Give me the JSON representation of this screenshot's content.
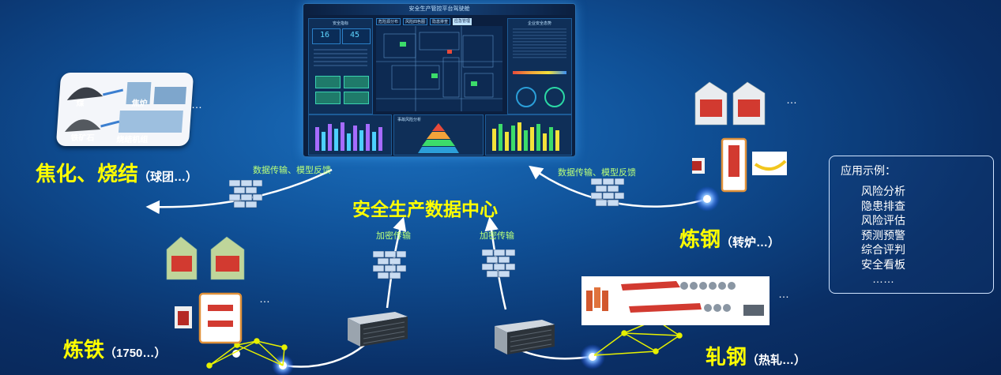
{
  "dashboard": {
    "title": "安全生产管控平台驾驶舱",
    "left_panel_title": "安全指标",
    "num_a": "16",
    "num_b": "45",
    "tabs": [
      "危险源分布",
      "风险四色图",
      "隐患排查",
      "应急管理"
    ],
    "right_panel_title": "企业安全态势",
    "bottom_center_title": "事故风险分析"
  },
  "center": {
    "title": "安全生产数据中心",
    "feedback_left": "数据传输、模型反馈",
    "feedback_right": "数据传输、模型反馈",
    "encrypt_left": "加密传输",
    "encrypt_right": "加密传输"
  },
  "sites": {
    "coking": {
      "name": "焦化、烧结",
      "sub": "（球团…）",
      "labels": [
        "煤",
        "焦炉",
        "铁矿石",
        "烧结机组"
      ]
    },
    "steelmaking": {
      "name": "炼钢",
      "sub": "（转炉…）"
    },
    "ironmaking": {
      "name": "炼铁",
      "sub": "（1750…）"
    },
    "rolling": {
      "name": "轧钢",
      "sub": "（热轧…）"
    }
  },
  "ellipsis": "…",
  "apps": {
    "title": "应用示例：",
    "items": [
      "风险分析",
      "隐患排查",
      "风险评估",
      "预测预警",
      "综合评判",
      "安全看板",
      "……"
    ]
  },
  "colors": {
    "label_yellow": "#ffff00",
    "transfer_green": "#b9ff7a",
    "line_white": "#ffffff",
    "firewall_blue": "#c9dcf2",
    "network_yellow": "#e6f000"
  }
}
